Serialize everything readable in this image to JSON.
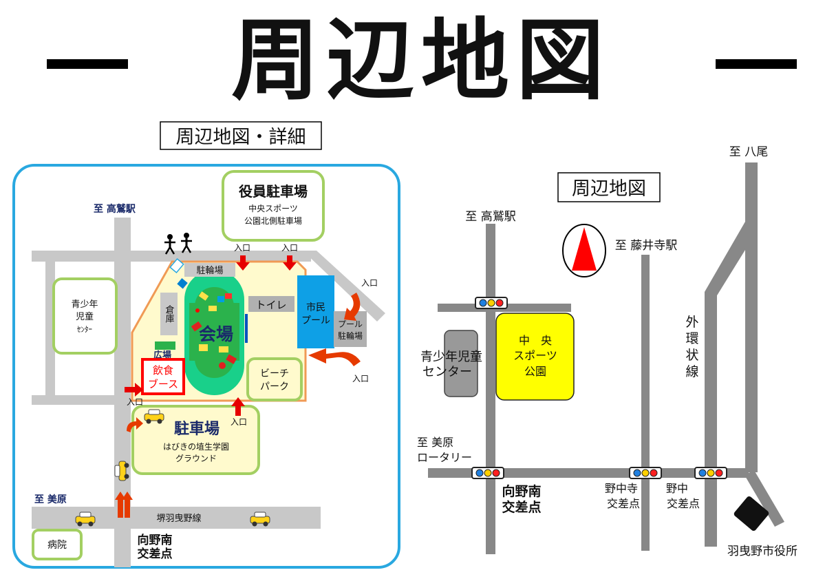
{
  "page": {
    "title": "周辺地図",
    "title_dash_left": "—",
    "title_dash_right": "—"
  },
  "detail_map": {
    "heading": "周辺地図・詳細",
    "officer_parking": {
      "title": "役員駐車場",
      "sub1": "中央スポーツ",
      "sub2": "公園北側駐車場"
    },
    "to_takawashi": "至 高鷲駅",
    "to_mihara": "至 美原",
    "youth_center": {
      "l1": "青少年",
      "l2": "児童",
      "l3": "ｾﾝﾀｰ"
    },
    "bicycle_parking": "駐輪場",
    "warehouse": "倉庫",
    "toilet": "トイレ",
    "venue": "会場",
    "plaza": "広場",
    "food_booth": {
      "l1": "飲食",
      "l2": "ブース"
    },
    "city_pool": {
      "l1": "市民",
      "l2": "プール"
    },
    "pool_parking": {
      "l1": "プール",
      "l2": "駐輪場"
    },
    "beach_park": {
      "l1": "ビーチ",
      "l2": "パーク"
    },
    "parking": {
      "title": "駐車場",
      "sub1": "はびきの埴生学園",
      "sub2": "グラウンド"
    },
    "entrance": "入口",
    "road": "堺羽曳野線",
    "hospital": "病院",
    "intersection": {
      "l1": "向野南",
      "l2": "交差点"
    }
  },
  "overview_map": {
    "heading": "周辺地図",
    "to_yao": "至 八尾",
    "to_takawashi": "至 高鷲駅",
    "to_fujiidera": "至 藤井寺駅",
    "outer_ring": [
      "外",
      "環",
      "状",
      "線"
    ],
    "youth_center": {
      "l1": "青少年児童",
      "l2": "センター"
    },
    "central_park": {
      "l1": "中　央",
      "l2": "スポーツ",
      "l3": "公園"
    },
    "to_mihara": {
      "l1": "至 美原",
      "l2": "ロータリー"
    },
    "mukaino": {
      "l1": "向野南",
      "l2": "交差点"
    },
    "nonakadera": {
      "l1": "野中寺",
      "l2": "交差点"
    },
    "nonaka": {
      "l1": "野中",
      "l2": "交差点"
    },
    "city_hall": "羽曳野市役所"
  },
  "icons": [
    "compass-north-icon",
    "traffic-light-icon",
    "car-icon",
    "person-icon",
    "entrance-arrow-icon"
  ],
  "colors": {
    "frame_blue": "#29a8e0",
    "box_green": "#a3cf62",
    "road_gray": "#c8c8c8",
    "venue_green": "#19d08a",
    "field_green": "#2bb24c",
    "pool_blue": "#0ea0e6",
    "yellow_park": "#ffff00",
    "red": "#ff0000",
    "orange_outline": "#f09a55"
  }
}
